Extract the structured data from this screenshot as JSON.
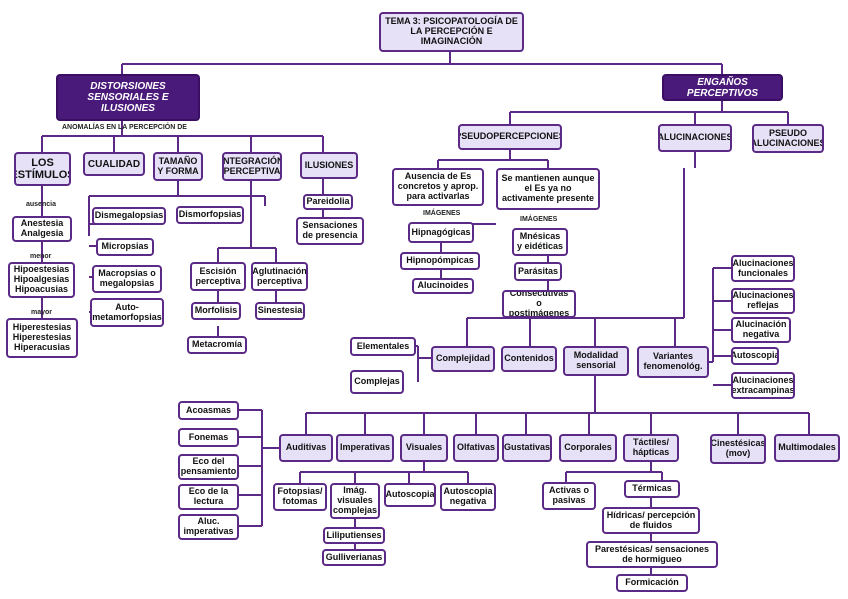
{
  "title": "TEMA 3: PSICOPATOLOGÍA DE LA PERCEPCIÓN E IMAGINACIÓN",
  "left": {
    "root": "DISTORSIONES SENSORIALES E ILUSIONES",
    "anomalias_label": "ANOMALÍAS EN LA PERCEPCIÓN DE",
    "estimulos": {
      "title": "LOS ESTÍMULOS",
      "ausencia_label": "ausencia",
      "ausencia": "Anestesia Analgesia",
      "menor_label": "menor",
      "menor": "Hipoestesias Hipoalgesias Hipoacusias",
      "mayor_label": "mayor",
      "mayor": "Hiperestesias Hiperestesias Hiperacusias"
    },
    "cualidad": "CUALIDAD",
    "tamano": {
      "title": "TAMAÑO Y FORMA",
      "dismegalopsias": "Dismegalopsias",
      "micropsias": "Micropsias",
      "macropsias": "Macropsias o megalopsias",
      "auto": "Auto-metamorfopsias",
      "dismorfopsias": "Dismorfopsias"
    },
    "integracion": {
      "title": "INTEGRACIÓN PERCEPTIVA",
      "escision": "Escisión perceptiva",
      "morfolisis": "Morfolisis",
      "metacromia": "Metacromía",
      "aglutinacion": "Aglutinación perceptiva",
      "sinestesia": "Sinestesia"
    },
    "ilusiones": {
      "title": "ILUSIONES",
      "pareidolia": "Pareidolia",
      "sensaciones": "Sensaciones de presencia"
    }
  },
  "right": {
    "root": "ENGAÑOS PERCEPTIVOS",
    "pseudopercepciones": {
      "title": "PSEUDOPERCEPCIONES",
      "ausencia": "Ausencia de Es concretos y aprop. para activarlas",
      "imagenes1": "IMÁGENES",
      "hipnagogicas": "Hipnagógicas",
      "hipnopompicas": "Hipnopómpicas",
      "alucinoides": "Alucinoides",
      "mantienen": "Se mantienen aunque el Es ya no activamente presente",
      "imagenes2": "IMÁGENES",
      "mnesicas": "Mnésicas y eidéticas",
      "parasitas": "Parásitas",
      "consecutivas": "Consecutivas o postimágenes"
    },
    "alucinaciones": {
      "title": "ALUCINACIONES",
      "complejidad": "Complejidad",
      "elementales": "Elementales",
      "complejas": "Complejas",
      "contenidos": "Contenidos",
      "modalidad": "Modalidad sensorial",
      "variantes": "Variantes fenomenológ.",
      "funcionales": "Alucinaciones funcionales",
      "reflejas": "Alucinaciones reflejas",
      "negativa": "Alucinación negativa",
      "autoscopia": "Autoscopia",
      "extracampinas": "Alucinaciones extracampinas"
    },
    "pseudo_alucinaciones": "PSEUDO ALUCINACIONES",
    "modalidades": {
      "auditivas": "Auditivas",
      "acoasmas": "Acoasmas",
      "fonemas": "Fonemas",
      "eco_pensamiento": "Eco del pensamiento",
      "eco_lectura": "Eco de la lectura",
      "aluc_imperativas": "Aluc. imperativas",
      "imperativas": "Imperativas",
      "visuales": "Visuales",
      "fotopsias": "Fotopsias/ fotomas",
      "imag_visuales": "Imág. visuales complejas",
      "liliputienses": "Liliputienses",
      "gulliverianas": "Gulliverianas",
      "autoscopia": "Autoscopia",
      "autoscopia_negativa": "Autoscopia negativa",
      "olfativas": "Olfativas",
      "gustativas": "Gustativas",
      "corporales": "Corporales",
      "tactiles": "Táctiles/ hápticas",
      "activas": "Activas o pasivas",
      "termicas": "Térmicas",
      "hidricas": "Hídricas/ percepción de fluidos",
      "parestesicas": "Parestésicas/ sensaciones de hormigueo",
      "formicacion": "Formicación",
      "cinestesicas": "Cinestésicas (mov)",
      "multimodales": "Multimodales"
    }
  },
  "colors": {
    "line": "#5b2a86",
    "node_fill": "#e6e1f7",
    "root_fill": "#4a1a7a"
  }
}
